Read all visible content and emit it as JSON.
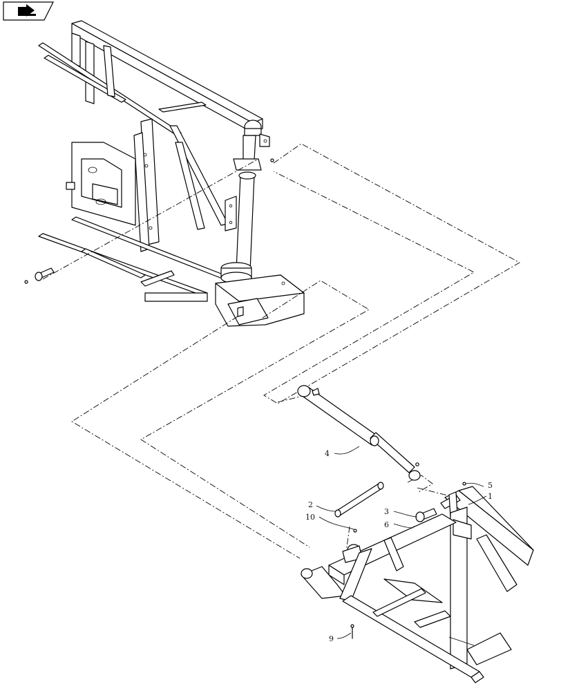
{
  "nav": {
    "icon": "arrow-forward-icon"
  },
  "callouts": {
    "c1": "1",
    "c2": "2",
    "c3": "3",
    "c4": "4",
    "c5": "5",
    "c6": "6",
    "c9": "9",
    "c10": "10"
  },
  "colors": {
    "line": "#000000",
    "background": "#ffffff"
  }
}
